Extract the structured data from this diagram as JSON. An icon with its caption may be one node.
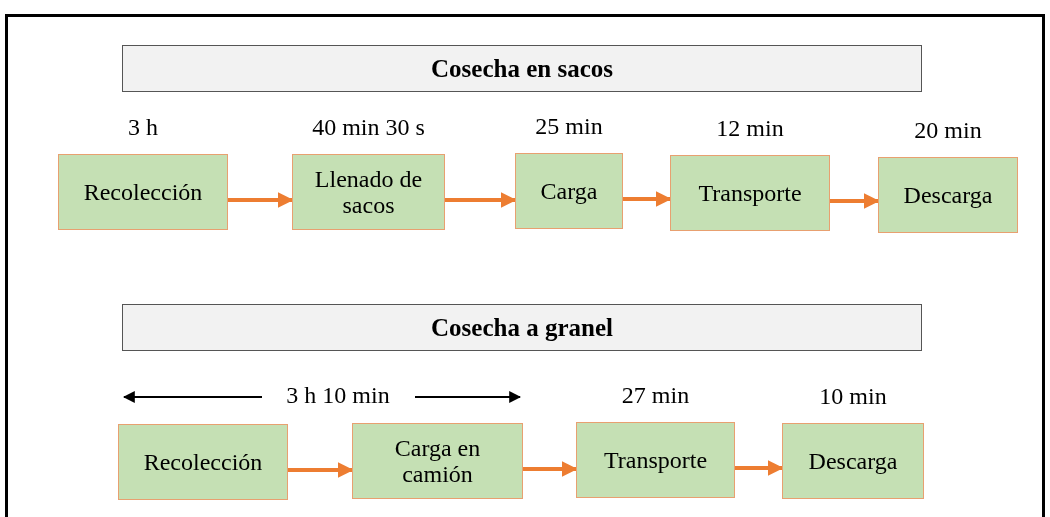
{
  "diagram": {
    "nodes": [
      {
        "text": [
          "Cosecha en sacos"
        ]
      },
      {
        "text": [
          "Recolección"
        ],
        "beside": [
          "3 h"
        ]
      },
      {
        "text": [
          "Llenado de sacos"
        ],
        "beside": [
          "40 min 30 s"
        ]
      },
      {
        "text": [
          "Carga"
        ],
        "beside": [
          "25 min"
        ]
      },
      {
        "text": [
          "Transporte"
        ],
        "beside": [
          "12 min"
        ]
      },
      {
        "text": [
          "Descarga"
        ],
        "beside": [
          "20 min"
        ]
      },
      {
        "text": [
          "Cosecha a granel"
        ]
      },
      {
        "text": [
          "Recolección"
        ]
      },
      {
        "text": [
          "Carga en camión"
        ]
      },
      {
        "text": [
          "Transporte"
        ],
        "beside": [
          "27 min"
        ]
      },
      {
        "text": [
          "Descarga"
        ],
        "beside": [
          "10 min"
        ]
      }
    ],
    "edges": [
      {
        "from": 1,
        "to": 2,
        "arrow": "to"
      },
      {
        "from": 2,
        "to": 3,
        "arrow": "to"
      },
      {
        "from": 3,
        "to": 4,
        "arrow": "to"
      },
      {
        "from": 4,
        "to": 5,
        "arrow": "to"
      },
      {
        "from": 7,
        "to": 8,
        "arrow": "to"
      },
      {
        "from": 8,
        "to": 9,
        "arrow": "to"
      },
      {
        "from": 9,
        "to": 10,
        "arrow": "to"
      }
    ],
    "labels": [
      "3 h 10 min"
    ]
  }
}
